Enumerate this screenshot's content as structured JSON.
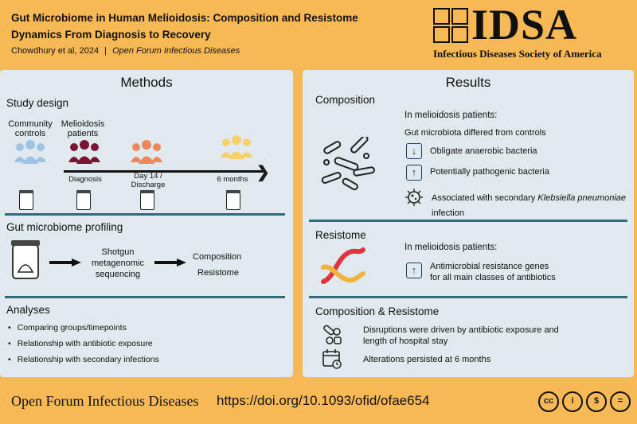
{
  "header": {
    "title": "Gut Microbiome in Human Melioidosis: Composition and Resistome Dynamics From Diagnosis to Recovery",
    "authors": "Chowdhury et al, 2024",
    "separator": "|",
    "journal": "Open Forum Infectious Diseases"
  },
  "logo": {
    "letters": "IDSA",
    "subtitle": "Infectious Diseases Society of America"
  },
  "methods": {
    "title": "Methods",
    "study_design": {
      "heading": "Study design",
      "community_controls": "Community controls",
      "melioidosis_patients": "Melioidosis patients",
      "timepoints": [
        "Diagnosis",
        "Day 14 / Discharge",
        "6 months"
      ]
    },
    "profiling": {
      "heading": "Gut microbiome profiling",
      "step1": "Shotgun metagenomic sequencing",
      "outcome1": "Composition",
      "outcome2": "Resistome"
    },
    "analyses": {
      "heading": "Analyses",
      "items": [
        "Comparing groups/timepoints",
        "Relationship with antibiotic exposure",
        "Relationship with secondary infections"
      ]
    }
  },
  "results": {
    "title": "Results",
    "composition": {
      "heading": "Composition",
      "subheading": "In melioidosis patients:",
      "intro": "Gut microbiota differed from controls",
      "down": "Obligate anaerobic bacteria",
      "up": "Potentially pathogenic bacteria",
      "klebsiella_prefix": "Associated with secondary",
      "klebsiella_name": "Klebsiella pneumoniae",
      "klebsiella_suffix": "infection"
    },
    "resistome": {
      "heading": "Resistome",
      "subheading": "In melioidosis patients:",
      "line1": "Antimicrobial resistance genes",
      "line2": "for all main classes of antibiotics"
    },
    "both": {
      "heading": "Composition & Resistome",
      "driver1": "Disruptions were driven by antibiotic exposure and",
      "driver2": "length of hospital stay",
      "persist": "Alterations persisted at 6 months"
    }
  },
  "footer": {
    "journal": "Open Forum Infectious Diseases",
    "doi": "https://doi.org/10.1093/ofid/ofae654"
  },
  "colors": {
    "background": "#f7b955",
    "panel": "#dfe9ee",
    "divider": "#2d6b7d",
    "controls": "#9ec3e3",
    "patients_diagnosis": "#7a1633",
    "patients_day14": "#f0875a",
    "patients_6months": "#f7cf6b"
  }
}
